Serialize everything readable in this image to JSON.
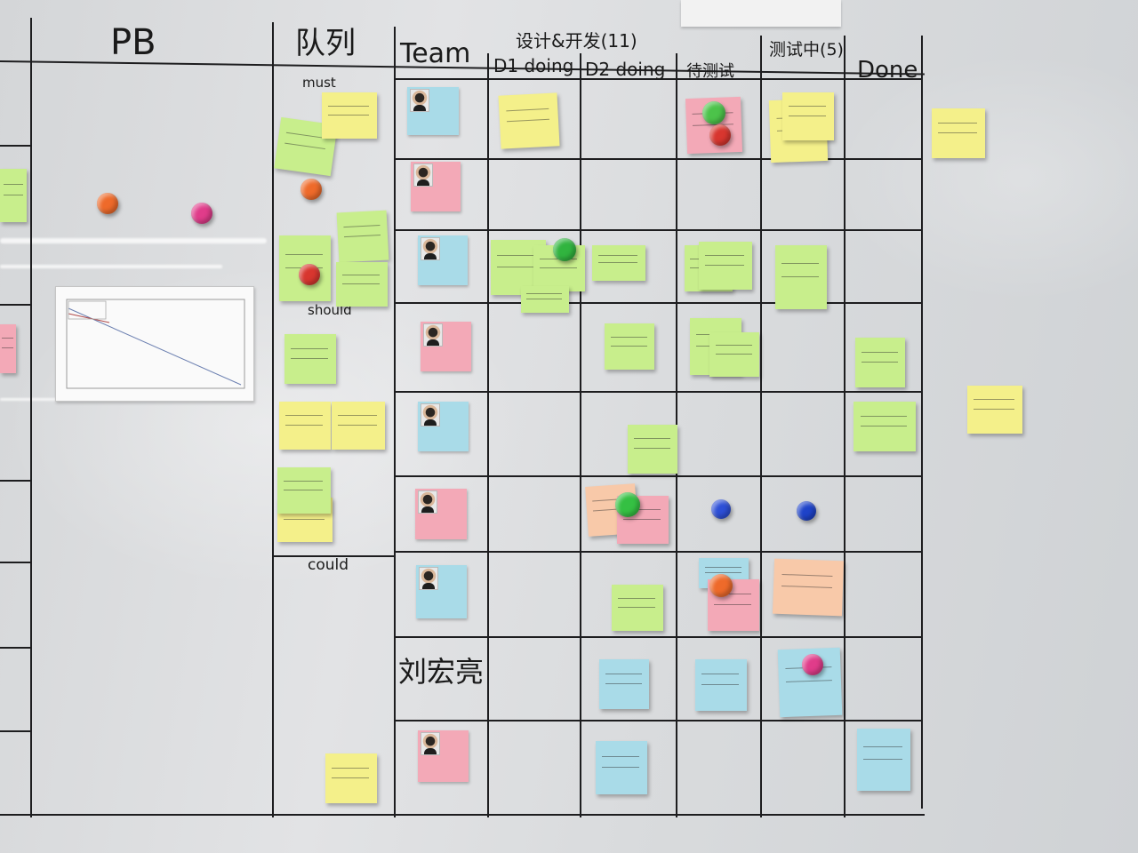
{
  "board": {
    "headers": {
      "pb": "PB",
      "queue": "队列",
      "team": "Team",
      "design_dev": "设计&开发(11)",
      "d1_doing": "D1 doing",
      "d2_doing": "D2 doing",
      "wait_test": "待测试",
      "testing": "测试中(5)",
      "done": "Done"
    },
    "queue_sections": {
      "must": "must",
      "should": "should",
      "could": "could"
    },
    "team_names": {
      "member_8": "刘宏亮"
    },
    "colors": {
      "sticky_yellow": "#f4f08a",
      "sticky_green": "#c8ee8c",
      "sticky_pink": "#f3a9b7",
      "sticky_blue": "#a9dbe8",
      "sticky_orange": "#f8c9a9",
      "grid_line": "#1d1d1f"
    },
    "icons": {
      "magnet": "round-magnet-icon",
      "smiley_magnet": "smiley-magnet-icon",
      "member_photo": "member-photo-icon"
    }
  }
}
